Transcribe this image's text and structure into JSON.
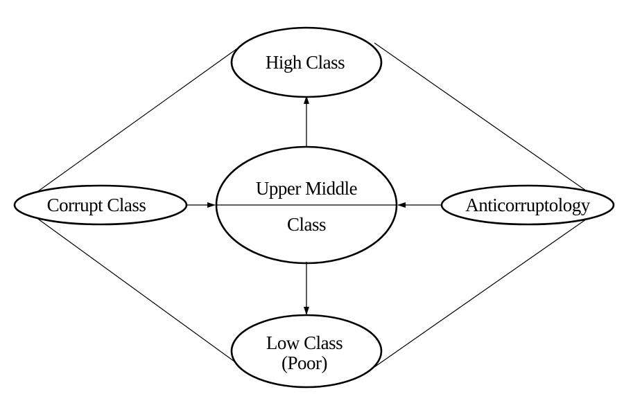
{
  "diagram": {
    "nodes": {
      "high_class": {
        "label": "High Class"
      },
      "upper_middle": {
        "line1": "Upper Middle",
        "line2": "Class"
      },
      "corrupt_class": {
        "label": "Corrupt Class"
      },
      "anticorruptology": {
        "label": "Anticorruptology"
      },
      "low_class": {
        "line1": "Low Class",
        "line2": "(Poor)"
      }
    },
    "edges": [
      {
        "from": "upper_middle",
        "to": "high_class",
        "type": "arrow"
      },
      {
        "from": "upper_middle",
        "to": "low_class",
        "type": "arrow"
      },
      {
        "from": "corrupt_class",
        "to": "upper_middle",
        "type": "arrow"
      },
      {
        "from": "anticorruptology",
        "to": "upper_middle",
        "type": "arrow"
      },
      {
        "from": "corrupt_class",
        "to": "high_class",
        "type": "line"
      },
      {
        "from": "corrupt_class",
        "to": "low_class",
        "type": "line"
      },
      {
        "from": "anticorruptology",
        "to": "high_class",
        "type": "line"
      },
      {
        "from": "anticorruptology",
        "to": "low_class",
        "type": "line"
      },
      {
        "from": "corrupt_class",
        "to": "anticorruptology",
        "type": "line"
      }
    ],
    "colors": {
      "stroke": "#000000",
      "background": "#ffffff"
    }
  }
}
